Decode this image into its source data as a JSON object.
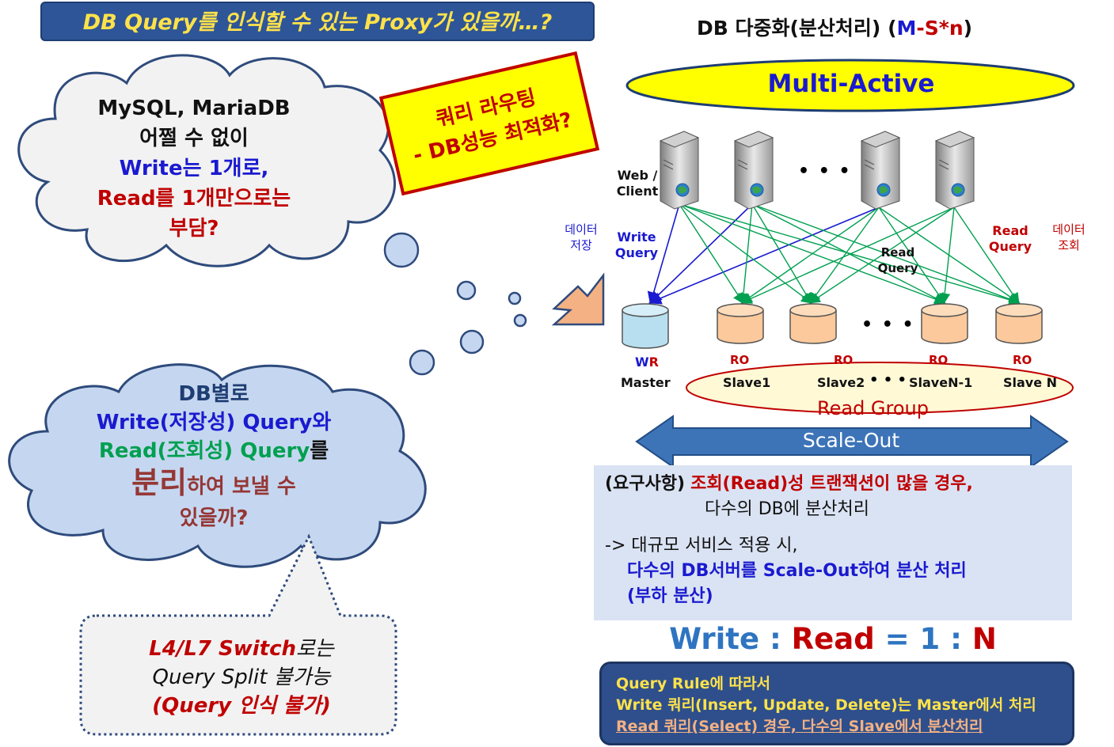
{
  "banner": "DB Query를 인식할 수 있는 Proxy가 있을까…?",
  "title": {
    "pre": "DB 다중화(분산처리) (",
    "m": "M",
    "mid": "-S*n",
    "post": ")"
  },
  "multi_active": "Multi-Active",
  "yellow_box": {
    "line1": "쿼리 라우팅",
    "line2": "- DB성능 최적화?"
  },
  "cloud1": {
    "line1": "MySQL, MariaDB",
    "line2": "어쩔 수 없이",
    "line3": "Write는 1개로,",
    "line4": "Read를 1개만으로는",
    "line5": "부담?"
  },
  "cloud2": {
    "line1": "DB별로",
    "line2": "Write(저장성) Query와",
    "line3a": "Read(조회성) Query",
    "line3b": "를",
    "line4a": "분리",
    "line4b": "하여 보낼 수",
    "line5": "있을까?"
  },
  "callout": {
    "line1a": "L4/L7 Switch",
    "line1b": "로는",
    "line2": "Query Split 불가능",
    "line3": "(Query 인식 불가)"
  },
  "diagram": {
    "web_client": "Web / Client",
    "dots": "• • •",
    "data_store": "데이터 저장",
    "write_query": "Write Query",
    "read_query_mid": "Read Query",
    "read_query_right": "Read Query",
    "data_read": "데이터 조회",
    "wr": "WR",
    "ro": "RO",
    "nodes": [
      "Master",
      "Slave1",
      "Slave2",
      "SlaveN-1",
      "Slave N"
    ],
    "read_group": "Read Group",
    "scale_out": "Scale-Out"
  },
  "requirements": {
    "label": "(요구사항)",
    "line1": "조회(Read)성 트랜잭션이 많을 경우,",
    "line2": "다수의 DB에 분산처리",
    "line3": "-> 대규모 서비스 적용 시,",
    "line4": "다수의 DB서버를 Scale-Out하여 분산 처리",
    "line5": "(부하 분산)"
  },
  "ratio": {
    "write": "Write",
    "colon1": ":",
    "read": "Read",
    "eq": "=",
    "one": "1",
    "colon2": ":",
    "n": "N"
  },
  "rule": {
    "line1": "Query Rule에 따라서",
    "line2": "Write 쿼리(Insert, Update, Delete)는  Master에서 처리",
    "line3": "Read 쿼리(Select) 경우, 다수의 Slave에서 분산처리"
  },
  "colors": {
    "blue": "#1a1ad0",
    "red": "#c00000",
    "green": "#00a050",
    "yellow": "#ffe24a",
    "navy": "#2e5597"
  }
}
